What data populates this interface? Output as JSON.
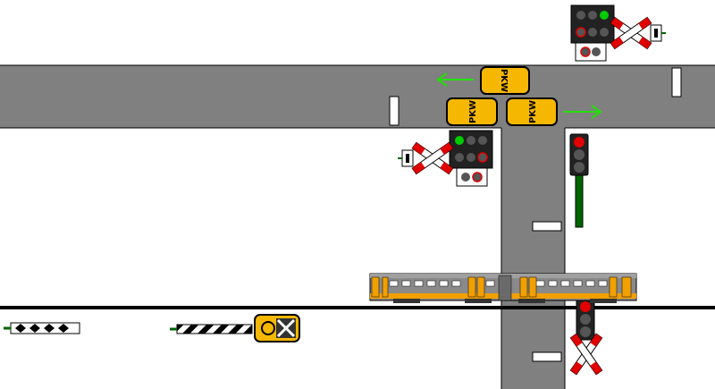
{
  "colors": {
    "road": "#808080",
    "road_edge": "#000000",
    "lane_mark": "#ffffff",
    "sign_yellow": "#f5b700",
    "arrow_green": "#22e000",
    "signal_red": "#e00000",
    "signal_green": "#00cc00",
    "signal_off": "#555555",
    "pole_green": "#006600",
    "train_body": "#8a8a8a",
    "train_orange": "#f0a000",
    "cross_red": "#e00000",
    "rail": "#000000"
  },
  "signs": {
    "pkw_top_center": {
      "text": "PKW",
      "icon": "pkw-sign-icon"
    },
    "pkw_mid_left": {
      "text": "PKW",
      "icon": "pkw-sign-icon"
    },
    "pkw_mid_right": {
      "text": "PKW",
      "icon": "pkw-sign-icon"
    }
  },
  "icons": {
    "arrow_left": "arrow-left-icon",
    "arrow_right": "arrow-right-icon",
    "andreas_cross": "andreas-cross-icon",
    "traffic_light": "traffic-light-icon",
    "barrier": "barrier-icon",
    "crossing_sign": "level-crossing-sign-icon",
    "train": "train-icon"
  }
}
